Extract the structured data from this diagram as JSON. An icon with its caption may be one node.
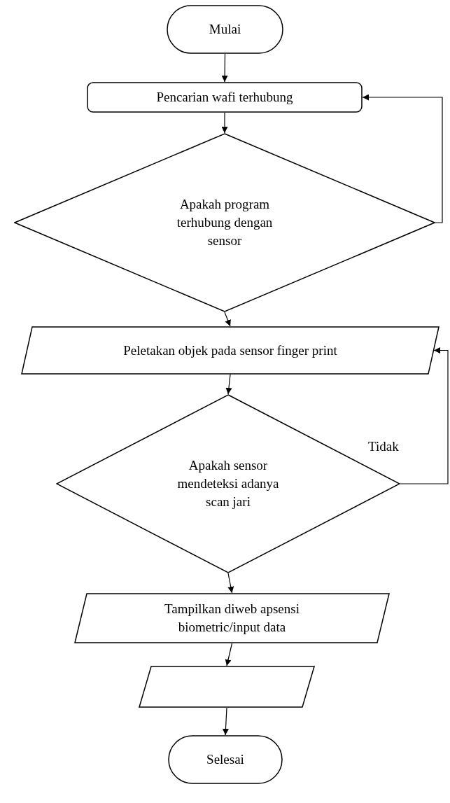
{
  "diagram": {
    "nodes": [
      {
        "text": [
          "Mulai"
        ]
      },
      {
        "text": [
          "Pencarian wafi terhubung"
        ]
      },
      {
        "text": [
          "Apakah program terhubung dengan sensor"
        ]
      },
      {
        "text": [
          "Peletakan objek pada sensor finger print"
        ]
      },
      {
        "text": [
          "Apakah sensor mendeteksi adanya scan jari"
        ]
      },
      {
        "text": [
          "Tampilkan diweb apsensi biometric/input data"
        ]
      },
      {
        "text": [],
        "shape": "parallelogram"
      },
      {
        "text": [
          "Selesai"
        ]
      }
    ],
    "edges": [
      {
        "from": 0,
        "to": 1,
        "arrow": "to"
      },
      {
        "from": 1,
        "to": 2,
        "arrow": "to"
      },
      {
        "from": 2,
        "to": 1,
        "arrow": "to"
      },
      {
        "from": 2,
        "to": 3,
        "arrow": "to"
      },
      {
        "from": 3,
        "to": 4,
        "arrow": "to"
      },
      {
        "from": 4,
        "to": 3,
        "arrow": "to",
        "label": "Tidak"
      },
      {
        "from": 4,
        "to": 5,
        "arrow": "to"
      },
      {
        "from": 5,
        "to": 6,
        "arrow": "to"
      },
      {
        "from": 6,
        "to": 7,
        "arrow": "to"
      }
    ]
  }
}
